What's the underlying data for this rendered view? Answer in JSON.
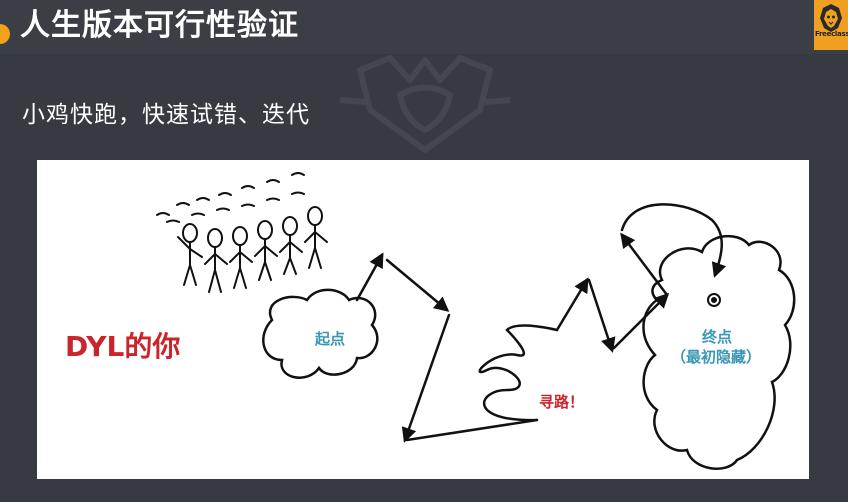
{
  "header": {
    "title": "人生版本可行性验证",
    "logo_text": "Freeclass"
  },
  "subtitle": "小鸡快跑，快速试错、迭代",
  "illustration": {
    "dyl_label": "DYL的你",
    "start_label": "起点",
    "search_label": "寻路！",
    "end_label": "终点",
    "end_sub_label": "（最初隐藏）"
  },
  "colors": {
    "background": "#373a40",
    "accent": "#f1a21b",
    "red_text": "#c9262c",
    "blue_text": "#3a97b5"
  }
}
